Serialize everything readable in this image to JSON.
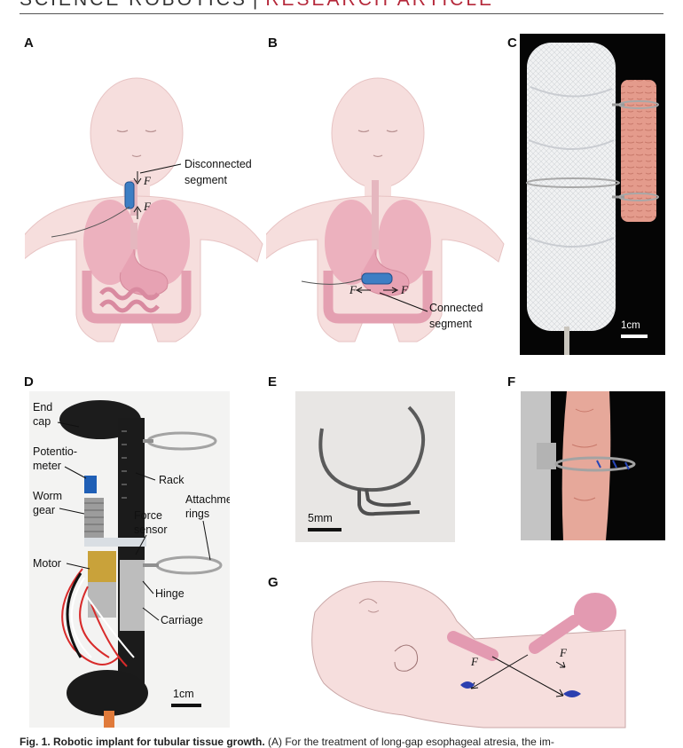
{
  "header": {
    "journal": "SCIENCE ROBOTICS",
    "separator": "|",
    "section": "RESEARCH ARTICLE"
  },
  "panels": {
    "A": {
      "label": "A",
      "disconnected_segment": [
        "Disconnected",
        "segment"
      ],
      "force": "F"
    },
    "B": {
      "label": "B",
      "connected_segment": [
        "Connected",
        "segment"
      ],
      "force": "F"
    },
    "C": {
      "label": "C",
      "scale_bar": "1cm"
    },
    "D": {
      "label": "D",
      "end_cap": [
        "End",
        "cap"
      ],
      "potentiometer": [
        "Potentio-",
        "meter"
      ],
      "rack": "Rack",
      "worm_gear": [
        "Worm",
        "gear"
      ],
      "attachment_rings": [
        "Attachment",
        "rings"
      ],
      "force_sensor": [
        "Force",
        "sensor"
      ],
      "motor": "Motor",
      "hinge": "Hinge",
      "carriage": "Carriage",
      "scale_bar": "1cm"
    },
    "E": {
      "label": "E",
      "scale_bar": "5mm"
    },
    "F": {
      "label": "F"
    },
    "G": {
      "label": "G",
      "force": "F"
    }
  },
  "caption": {
    "title": "Fig. 1. Robotic implant for tubular tissue growth.",
    "text": " (A) For the treatment of long-gap esophageal atresia, the im-"
  },
  "colors": {
    "skin": "#f6dedd",
    "organ": "#e8a0b2",
    "device_blue": "#3d7ec4",
    "accent_red": "#b5283a"
  }
}
